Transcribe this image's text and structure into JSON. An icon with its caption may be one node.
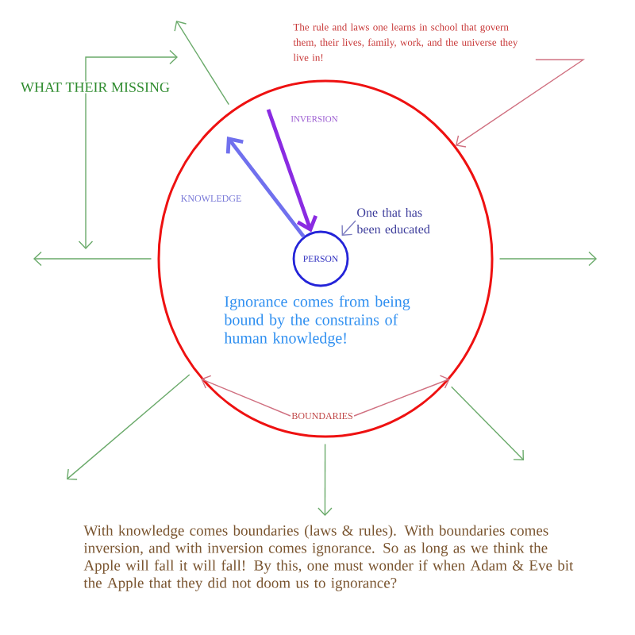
{
  "diagram": {
    "nodes": [
      {
        "text": [
          "The rule and laws one learns in school that govern them, their lives, family, work, and the universe they live in!"
        ]
      },
      {
        "text": [
          "WHAT THEIR MISSING"
        ]
      },
      {
        "text": [],
        "shape": "circle"
      },
      {
        "text": [
          "PERSON"
        ],
        "in": 2
      },
      {
        "text": [
          "One that has been educated"
        ],
        "in": 2
      },
      {
        "text": [
          "BOUNDARIES"
        ],
        "in": 2
      },
      {
        "text": [
          "With knowledge comes boundaries (laws & rules). With boundaries comes inversion, and with inversion comes ignorance. So as long as we think the Apple will fall it will fall! By this, one must wonder if when Adam & Eve bit the Apple that they did not doom us to ignorance?"
        ]
      }
    ],
    "edges": [
      {
        "from": 0,
        "to": 2,
        "arrow": "to",
        "color": "#d07080"
      },
      {
        "from": 1,
        "to": null,
        "arrow": "to"
      },
      {
        "from": 1,
        "to": null,
        "arrow": "to"
      },
      {
        "from": null,
        "to": 3,
        "arrow": "to",
        "label": "INVERSION",
        "style": "thick",
        "color": "#8a2be2"
      },
      {
        "from": 3,
        "to": null,
        "arrow": "to",
        "label": "KNOWLEDGE",
        "style": "thick",
        "color": "#7070ee"
      },
      {
        "from": 4,
        "to": 3,
        "arrow": "to",
        "color": "#7c7cc0"
      },
      {
        "from": 2,
        "to": null,
        "arrow": "to"
      },
      {
        "from": 2,
        "to": null,
        "arrow": "to"
      },
      {
        "from": 2,
        "to": null,
        "arrow": "to"
      },
      {
        "from": 2,
        "to": null,
        "arrow": "to"
      },
      {
        "from": 2,
        "to": 6,
        "arrow": "to"
      },
      {
        "from": 2,
        "to": null,
        "arrow": "to"
      },
      {
        "from": 5,
        "to": 2,
        "arrow": "to",
        "color": "#d07080"
      },
      {
        "from": 5,
        "to": 2,
        "arrow": "to",
        "color": "#d07080"
      }
    ],
    "labels": [
      "Ignorance comes from being bound by the constrains of human knowledge!"
    ]
  }
}
